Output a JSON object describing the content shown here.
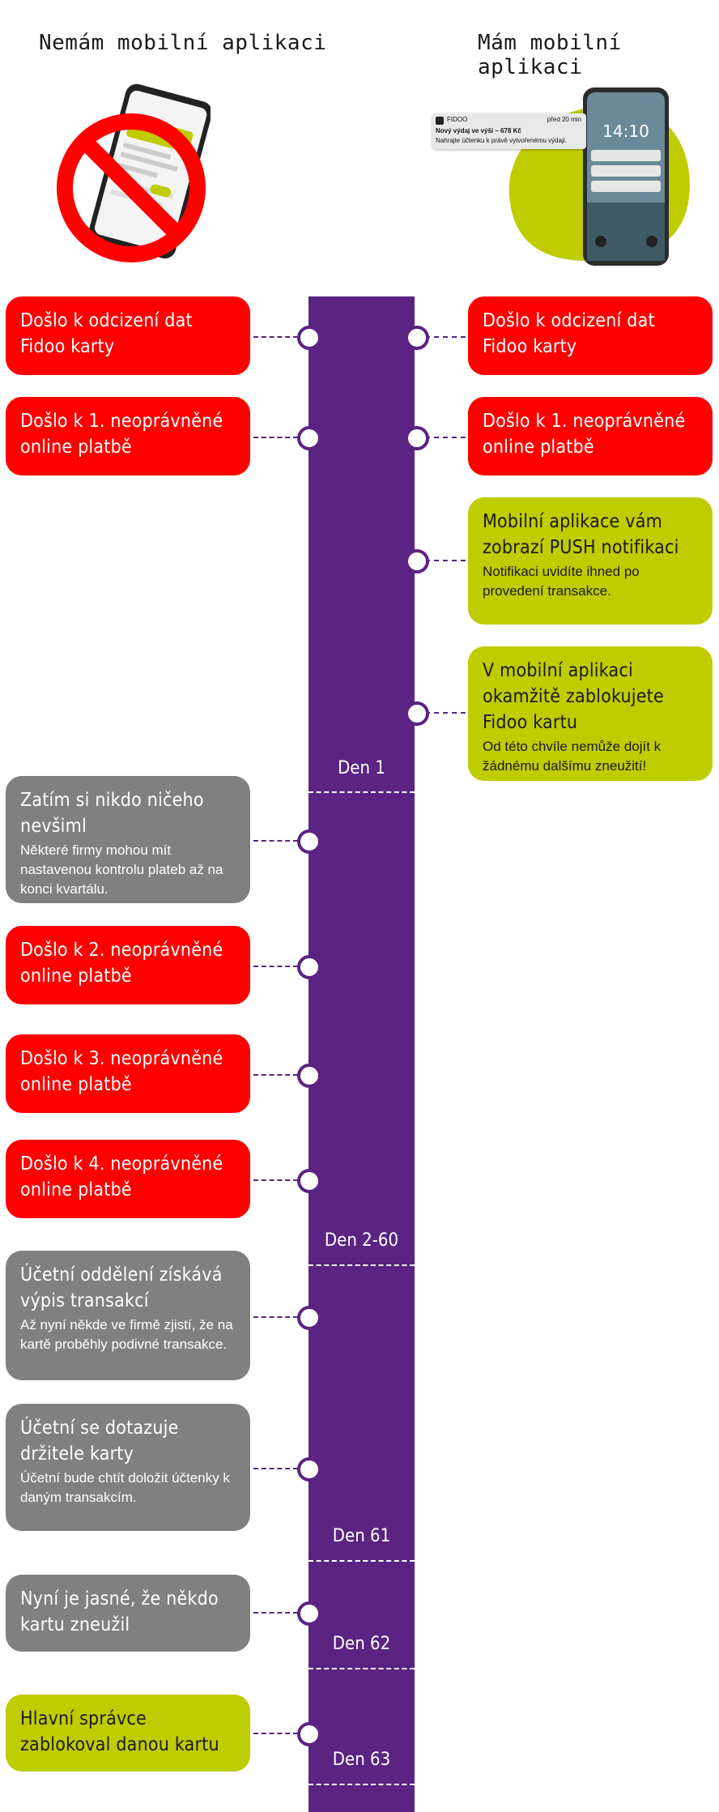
{
  "headers": {
    "left": "Nemám mobilní aplikaci",
    "right": "Mám mobilní aplikaci"
  },
  "notification": {
    "app": "FIDOO",
    "time": "před 20 min",
    "title": "Nový výdaj ve výši – 678 Kč",
    "body": "Nahrajte účtenku k právě vytvořenému výdaji.",
    "clock": "14:10"
  },
  "right_cards": [
    {
      "title": "Došlo k odcizení dat Fidoo karty",
      "desc": ""
    },
    {
      "title": "Došlo k 1. neoprávněné online platbě",
      "desc": ""
    },
    {
      "title": "Mobilní aplikace vám zobrazí PUSH notifikaci",
      "desc": "Notifikaci uvidíte ihned po provedení transakce."
    },
    {
      "title": "V mobilní aplikaci okamžitě zablokujete Fidoo kartu",
      "desc": "Od této chvíle nemůže dojít k žádnému dalšímu zneužití!"
    }
  ],
  "left_cards": [
    {
      "title": "Došlo k odcizení dat Fidoo karty",
      "desc": ""
    },
    {
      "title": "Došlo k 1. neoprávněné online platbě",
      "desc": ""
    },
    {
      "title": "Zatím si nikdo ničeho nevšiml",
      "desc": "Některé firmy mohou mít nastavenou kontrolu plateb až na konci kvartálu."
    },
    {
      "title": "Došlo k 2. neoprávněné online platbě",
      "desc": ""
    },
    {
      "title": "Došlo k 3. neoprávněné online platbě",
      "desc": ""
    },
    {
      "title": "Došlo k 4. neoprávněné online platbě",
      "desc": ""
    },
    {
      "title": "Účetní oddělení získává výpis transakcí",
      "desc": "Až nyní někde ve firmě zjistí, že na kartě proběhly podivné transakce."
    },
    {
      "title": "Účetní se dotazuje držitele karty",
      "desc": "Účetní bude chtít doložit účtenky k daným transakcím."
    },
    {
      "title": "Nyní je jasné, že někdo kartu zneužil",
      "desc": ""
    },
    {
      "title": "Hlavní správce zablokoval danou kartu",
      "desc": ""
    }
  ],
  "days": [
    "Den 1",
    "Den 2-60",
    "Den 61",
    "Den 62",
    "Den 63"
  ],
  "colors": {
    "timeline": "#5b2382",
    "danger": "#ff0000",
    "app": "#bfcc00",
    "neutral": "#808080"
  }
}
